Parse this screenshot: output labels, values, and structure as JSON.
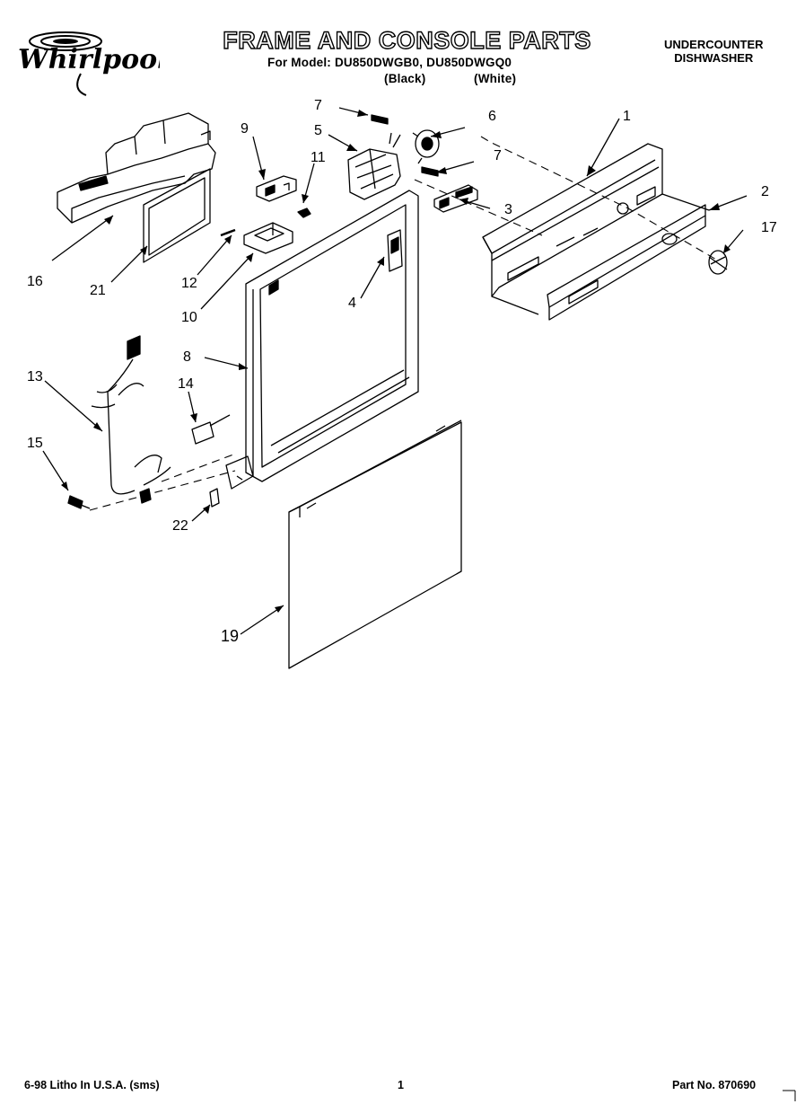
{
  "brand": {
    "logo_text": "Whirlpool"
  },
  "header": {
    "title": "FRAME AND CONSOLE PARTS",
    "model_line": "For Model: DU850DWGB0, DU850DWGQ0",
    "color_black": "(Black)",
    "color_white": "(White)",
    "product_line1": "UNDERCOUNTER",
    "product_line2": "DISHWASHER"
  },
  "callouts": [
    "1",
    "2",
    "3",
    "4",
    "5",
    "6",
    "7",
    "7",
    "8",
    "9",
    "10",
    "11",
    "12",
    "13",
    "14",
    "15",
    "16",
    "17",
    "19",
    "21",
    "22"
  ],
  "footer": {
    "print_info": "6-98 Litho In U.S.A. (sms)",
    "page_number": "1",
    "part_number": "Part No. 870690"
  }
}
